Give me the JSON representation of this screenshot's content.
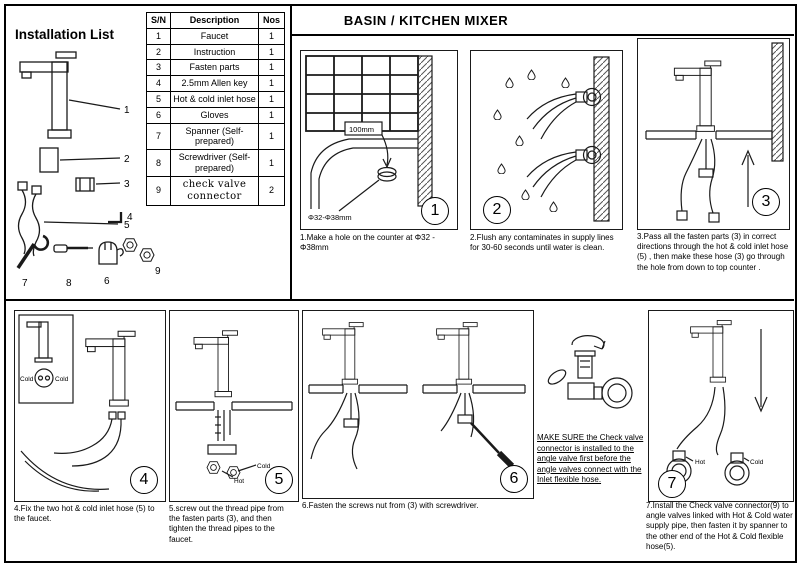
{
  "header": {
    "title": "BASIN / KITCHEN MIXER",
    "installation_list_title": "Installation List"
  },
  "parts_table": {
    "col_sn": "S/N",
    "col_desc": "Description",
    "col_nos": "Nos",
    "rows": [
      {
        "sn": "1",
        "desc": "Faucet",
        "nos": "1"
      },
      {
        "sn": "2",
        "desc": "Instruction",
        "nos": "1"
      },
      {
        "sn": "3",
        "desc": "Fasten parts",
        "nos": "1"
      },
      {
        "sn": "4",
        "desc": "2.5mm Allen key",
        "nos": "1"
      },
      {
        "sn": "5",
        "desc": "Hot & cold inlet hose",
        "nos": "1"
      },
      {
        "sn": "6",
        "desc": "Gloves",
        "nos": "1"
      },
      {
        "sn": "7",
        "desc": "Spanner (Self-prepared)",
        "nos": "1"
      },
      {
        "sn": "8",
        "desc": "Screwdriver (Self-prepared)",
        "nos": "1"
      },
      {
        "sn": "9",
        "desc": "check valve connector",
        "nos": "2"
      }
    ]
  },
  "diagram_callouts": {
    "c1": "1",
    "c2": "2",
    "c3": "3",
    "c4": "4",
    "c5": "5",
    "c6": "6",
    "c7": "7",
    "c8": "8",
    "c9": "9"
  },
  "steps": {
    "s1": {
      "badge": "1",
      "caption": "1.Make a hole on the counter at Φ32 - Φ38mm",
      "dim_label": "100mm",
      "hole_label": "Φ32-Φ38mm"
    },
    "s2": {
      "badge": "2",
      "caption": "2.Flush any contaminates in supply lines for 30-60 seconds until water is clean."
    },
    "s3": {
      "badge": "3",
      "caption": "3.Pass all the fasten parts (3) in correct directions through the hot & cold inlet hose (5) , then make these hose (3) go through the hole from down to top counter ."
    },
    "s4": {
      "badge": "4",
      "caption": "4.Fix the two hot & cold inlet hose (5) to the faucet.",
      "label_left": "Cold",
      "label_right": "Cold"
    },
    "s5": {
      "badge": "5",
      "caption": "5.screw out the thread pipe from the fasten parts (3), and then tighten the thread pipes to the faucet.",
      "label_hot": "Hot",
      "label_cold": "Cold"
    },
    "s6": {
      "badge": "6",
      "caption": "6.Fasten the screws nut from (3) with screwdriver."
    },
    "s7": {
      "badge": "7",
      "caption": "7.Install the Check valve connector(9) to angle valves linked with Hot & Cold water supply pipe, then fasten it by spanner to the other end of the Hot & Cold flexible hose(5).",
      "label_hot": "Hot",
      "label_cold": "Cold"
    }
  },
  "note": {
    "text": "MAKE SURE the Check valve connector is installed to the angle valve first before the angle valves connect with the Inlet flexible hose."
  }
}
